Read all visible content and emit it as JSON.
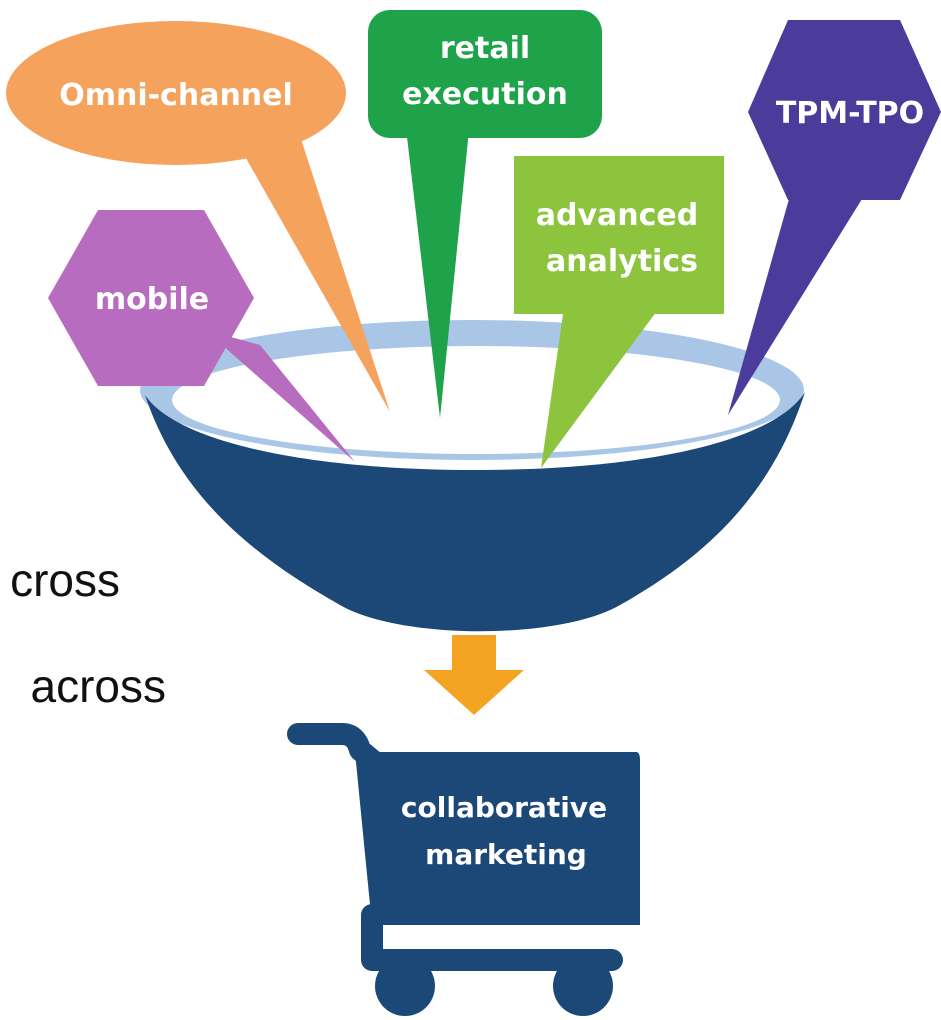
{
  "background_text": {
    "line1": "cross",
    "line2": "across"
  },
  "bubbles": {
    "omni": {
      "label": "Omni-channel",
      "color": "#f5a25d"
    },
    "retail": {
      "line1": "retail",
      "line2": "execution",
      "color": "#1ea24a"
    },
    "tpm": {
      "label": "TPM-TPO",
      "color": "#4b3c9c"
    },
    "analytics": {
      "line1": "advanced",
      "line2": "analytics",
      "color": "#8cc43e"
    },
    "mobile": {
      "label": "mobile",
      "color": "#b86cbf"
    }
  },
  "funnel": {
    "rim_color": "#a9c6e6",
    "body_color": "#1c4878"
  },
  "arrow": {
    "color": "#f4a323"
  },
  "cart": {
    "line1": "collaborative",
    "line2": "marketing",
    "color": "#1c4878"
  }
}
